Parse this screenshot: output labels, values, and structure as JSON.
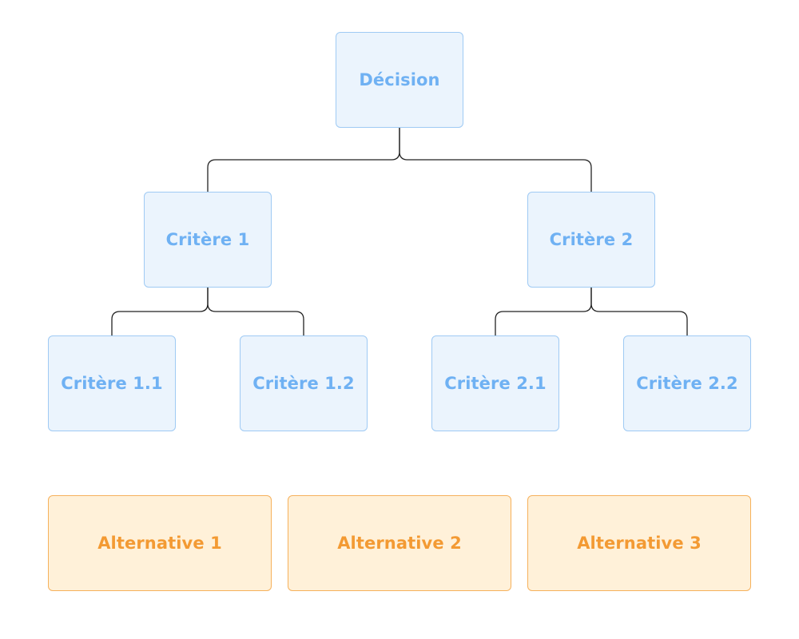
{
  "colors": {
    "criteria_fill": "#ebf4fd",
    "criteria_border": "#9fcaf4",
    "criteria_text": "#6fb1f3",
    "alternative_fill": "#fff1d9",
    "alternative_border": "#f6b15c",
    "alternative_text": "#f39a33",
    "connector": "#222222"
  },
  "goal": {
    "label": "Décision"
  },
  "criteria": [
    {
      "label": "Critère 1",
      "subcriteria": [
        {
          "label": "Critère 1.1"
        },
        {
          "label": "Critère 1.2"
        }
      ]
    },
    {
      "label": "Critère 2",
      "subcriteria": [
        {
          "label": "Critère 2.1"
        },
        {
          "label": "Critère 2.2"
        }
      ]
    }
  ],
  "alternatives": [
    {
      "label": "Alternative 1"
    },
    {
      "label": "Alternative 2"
    },
    {
      "label": "Alternative 3"
    }
  ]
}
